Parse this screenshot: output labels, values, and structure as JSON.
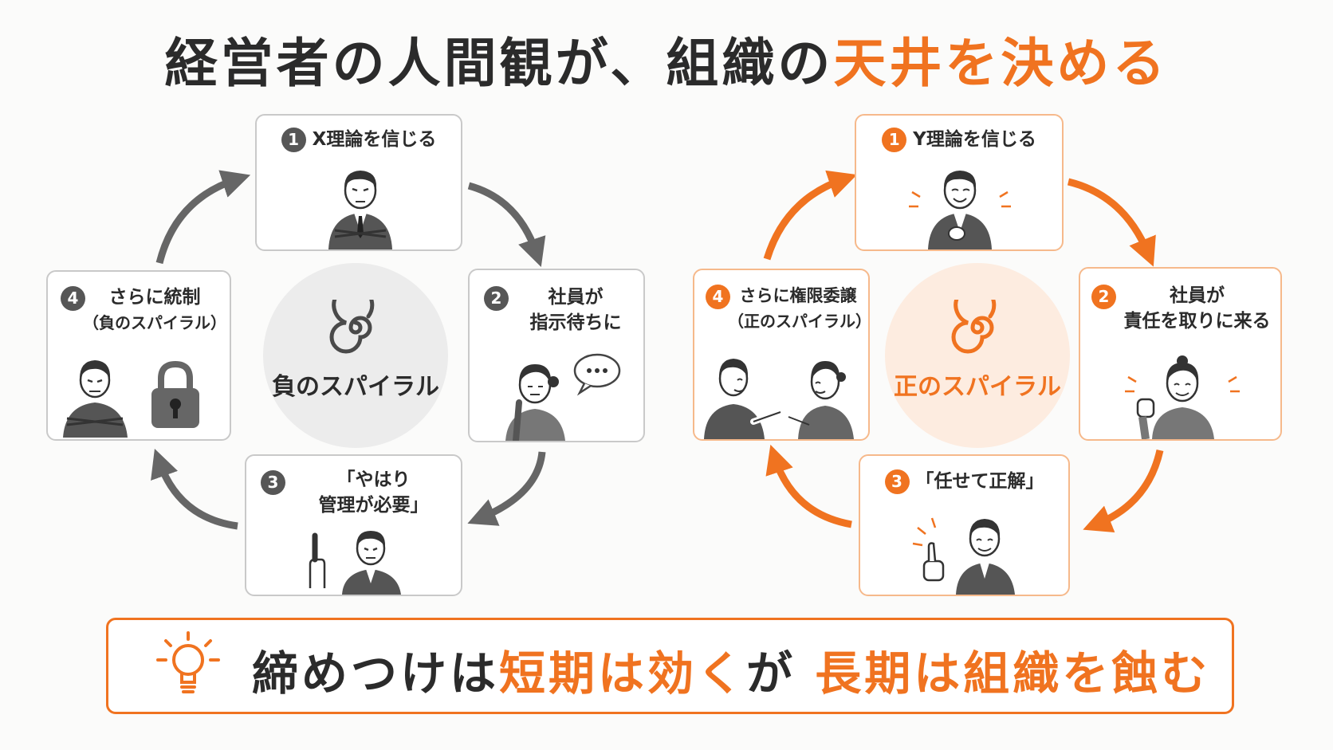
{
  "title": {
    "part1": "経営者の人間観が、組織の",
    "part2": "天井を決める"
  },
  "colors": {
    "accent": "#f07320",
    "negative": "#666666",
    "dark": "#2b2b2b"
  },
  "negative_cycle": {
    "center_label": "負のスパイラル",
    "steps": [
      {
        "num": "1",
        "lines": [
          "X理論を信じる"
        ],
        "icon": "stern-manager-arms-crossed-icon"
      },
      {
        "num": "2",
        "lines": [
          "社員が",
          "指示待ちに"
        ],
        "icon": "bored-employee-speech-bubble-icon"
      },
      {
        "num": "3",
        "lines": [
          "「やはり",
          "管理が必要」"
        ],
        "icon": "manager-pointing-finger-icon"
      },
      {
        "num": "4",
        "lines": [
          "さらに統制",
          "（負のスパイラル）"
        ],
        "icon": "manager-with-padlock-icon"
      }
    ]
  },
  "positive_cycle": {
    "center_label": "正のスパイラル",
    "steps": [
      {
        "num": "1",
        "lines": [
          "Y理論を信じる"
        ],
        "icon": "smiling-manager-hand-on-chest-icon"
      },
      {
        "num": "2",
        "lines": [
          "社員が",
          "責任を取りに来る"
        ],
        "icon": "motivated-employee-fist-icon"
      },
      {
        "num": "3",
        "lines": [
          "「任せて正解」"
        ],
        "icon": "manager-thumbs-up-icon"
      },
      {
        "num": "4",
        "lines": [
          "さらに権限委譲",
          "（正のスパイラル）"
        ],
        "icon": "manager-delegating-to-employee-icon"
      }
    ]
  },
  "bottom": {
    "part1": "締めつけは",
    "part2": "短期は効く",
    "part3": "が",
    "part4": "長期は組織を蝕む",
    "icon": "lightbulb-icon"
  }
}
